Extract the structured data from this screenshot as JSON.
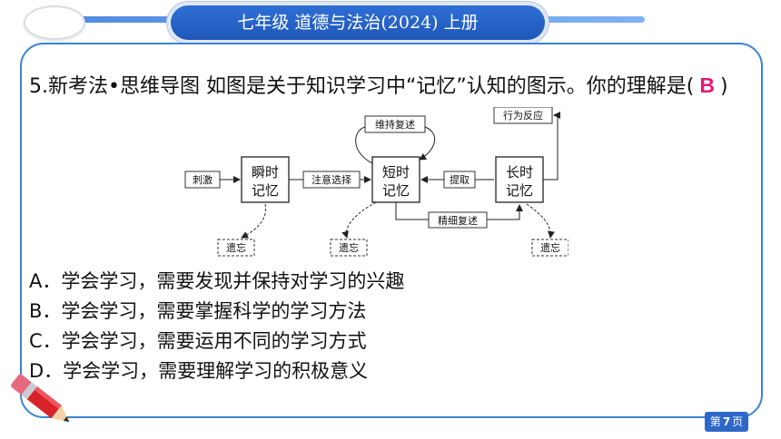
{
  "header": {
    "title": "七年级 道德与法治(2024) 上册"
  },
  "question": {
    "number": "5.",
    "stem": "新考法•思维导图 如图是关于知识学习中“记忆”认知的图示。你的理解是(",
    "answer": "B",
    "close": ")"
  },
  "diagram": {
    "stimulus": "刺激",
    "sensory_memory": [
      "瞬时",
      "记忆"
    ],
    "attention": "注意选择",
    "short_memory": [
      "短时",
      "记忆"
    ],
    "maintenance": "维持复述",
    "retrieval": "提取",
    "long_memory": [
      "长时",
      "记忆"
    ],
    "behavior": "行为反应",
    "elaboration": "精细复述",
    "forget_1": "遗忘",
    "forget_2": "遗忘",
    "forget_3": "遗忘"
  },
  "options": [
    {
      "letter": "A",
      "text": "．学会学习，需要发现并保持对学习的兴趣"
    },
    {
      "letter": "B",
      "text": "．学会学习，需要掌握科学的学习方法"
    },
    {
      "letter": "C",
      "text": "．学会学习，需要运用不同的学习方式"
    },
    {
      "letter": "D",
      "text": "．学会学习，需要理解学习的积极意义"
    }
  ],
  "footer": {
    "page_prefix": "第",
    "page_number": "7",
    "page_suffix": "页"
  },
  "colors": {
    "accent": "#3a82d8",
    "answer": "#e2197a",
    "title_bg": "#2f6fd6"
  }
}
